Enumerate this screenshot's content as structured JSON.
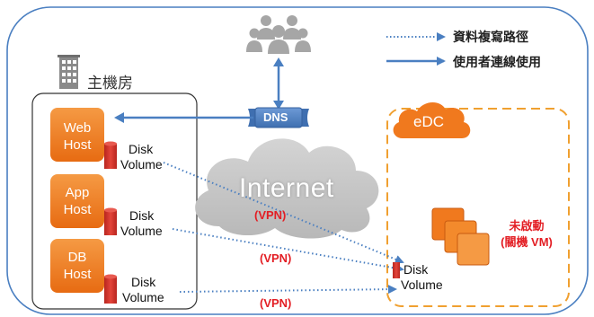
{
  "legend": {
    "dotted_label": "資料複寫路徑",
    "solid_label": "使用者連線使用"
  },
  "server_room": {
    "label": "主機房",
    "hosts": [
      {
        "name_line1": "Web",
        "name_line2": "Host",
        "disk_line1": "Disk",
        "disk_line2": "Volume"
      },
      {
        "name_line1": "App",
        "name_line2": "Host",
        "disk_line1": "Disk",
        "disk_line2": "Volume"
      },
      {
        "name_line1": "DB",
        "name_line2": "Host",
        "disk_line1": "Disk",
        "disk_line2": "Volume"
      }
    ]
  },
  "network": {
    "dns_label": "DNS",
    "internet_label": "Internet",
    "vpn_label": "(VPN)"
  },
  "edc": {
    "label": "eDC",
    "inactive_line1": "未啟動",
    "inactive_line2": "(關機 VM)",
    "disk_line1": "Disk",
    "disk_line2": "Volume"
  },
  "colors": {
    "orange": "#f0791e",
    "blue": "#4a7fc1",
    "red": "#e31e24",
    "disk_red": "#d9342b",
    "users_gray": "#a6a6a6",
    "cloud_gray": "#c9c9c9"
  }
}
